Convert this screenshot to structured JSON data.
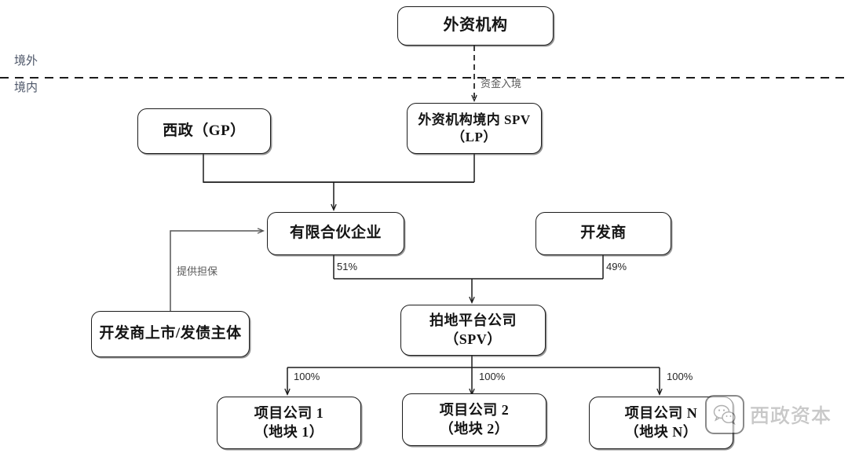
{
  "diagram": {
    "title_nodes": {
      "foreign_institution": {
        "line1": "外资机构"
      },
      "xizheng_gp": {
        "line1": "西政（GP）"
      },
      "onshore_spv_lp": {
        "line1": "外资机构境内 SPV",
        "line2": "（LP）"
      },
      "limited_partnership": {
        "line1": "有限合伙企业"
      },
      "developer": {
        "line1": "开发商"
      },
      "developer_listed_bond_entity": {
        "line1": "开发商上市/发债主体"
      },
      "land_bidding_platform": {
        "line1": "拍地平台公司",
        "line2": "（SPV）"
      },
      "project_company_1": {
        "line1": "项目公司 1",
        "line2": "（地块 1）"
      },
      "project_company_2": {
        "line1": "项目公司 2",
        "line2": "（地块 2）"
      },
      "project_company_n": {
        "line1": "项目公司 N",
        "line2": "（地块 N）"
      }
    },
    "zone_labels": {
      "offshore": "境外",
      "onshore": "境内"
    },
    "edge_labels": {
      "capital_inbound": "资金入境",
      "provide_guarantee": "提供担保",
      "lp_share": "51%",
      "developer_share": "49%",
      "project1_share": "100%",
      "project2_share": "100%",
      "projectn_share": "100%"
    },
    "watermark": {
      "text": "西政资本",
      "icon": "wechat-icon"
    },
    "colors": {
      "stroke": "#1b1b1b",
      "background": "#ffffff",
      "label_gray": "#595959",
      "zone_label": "#4d5668"
    }
  }
}
